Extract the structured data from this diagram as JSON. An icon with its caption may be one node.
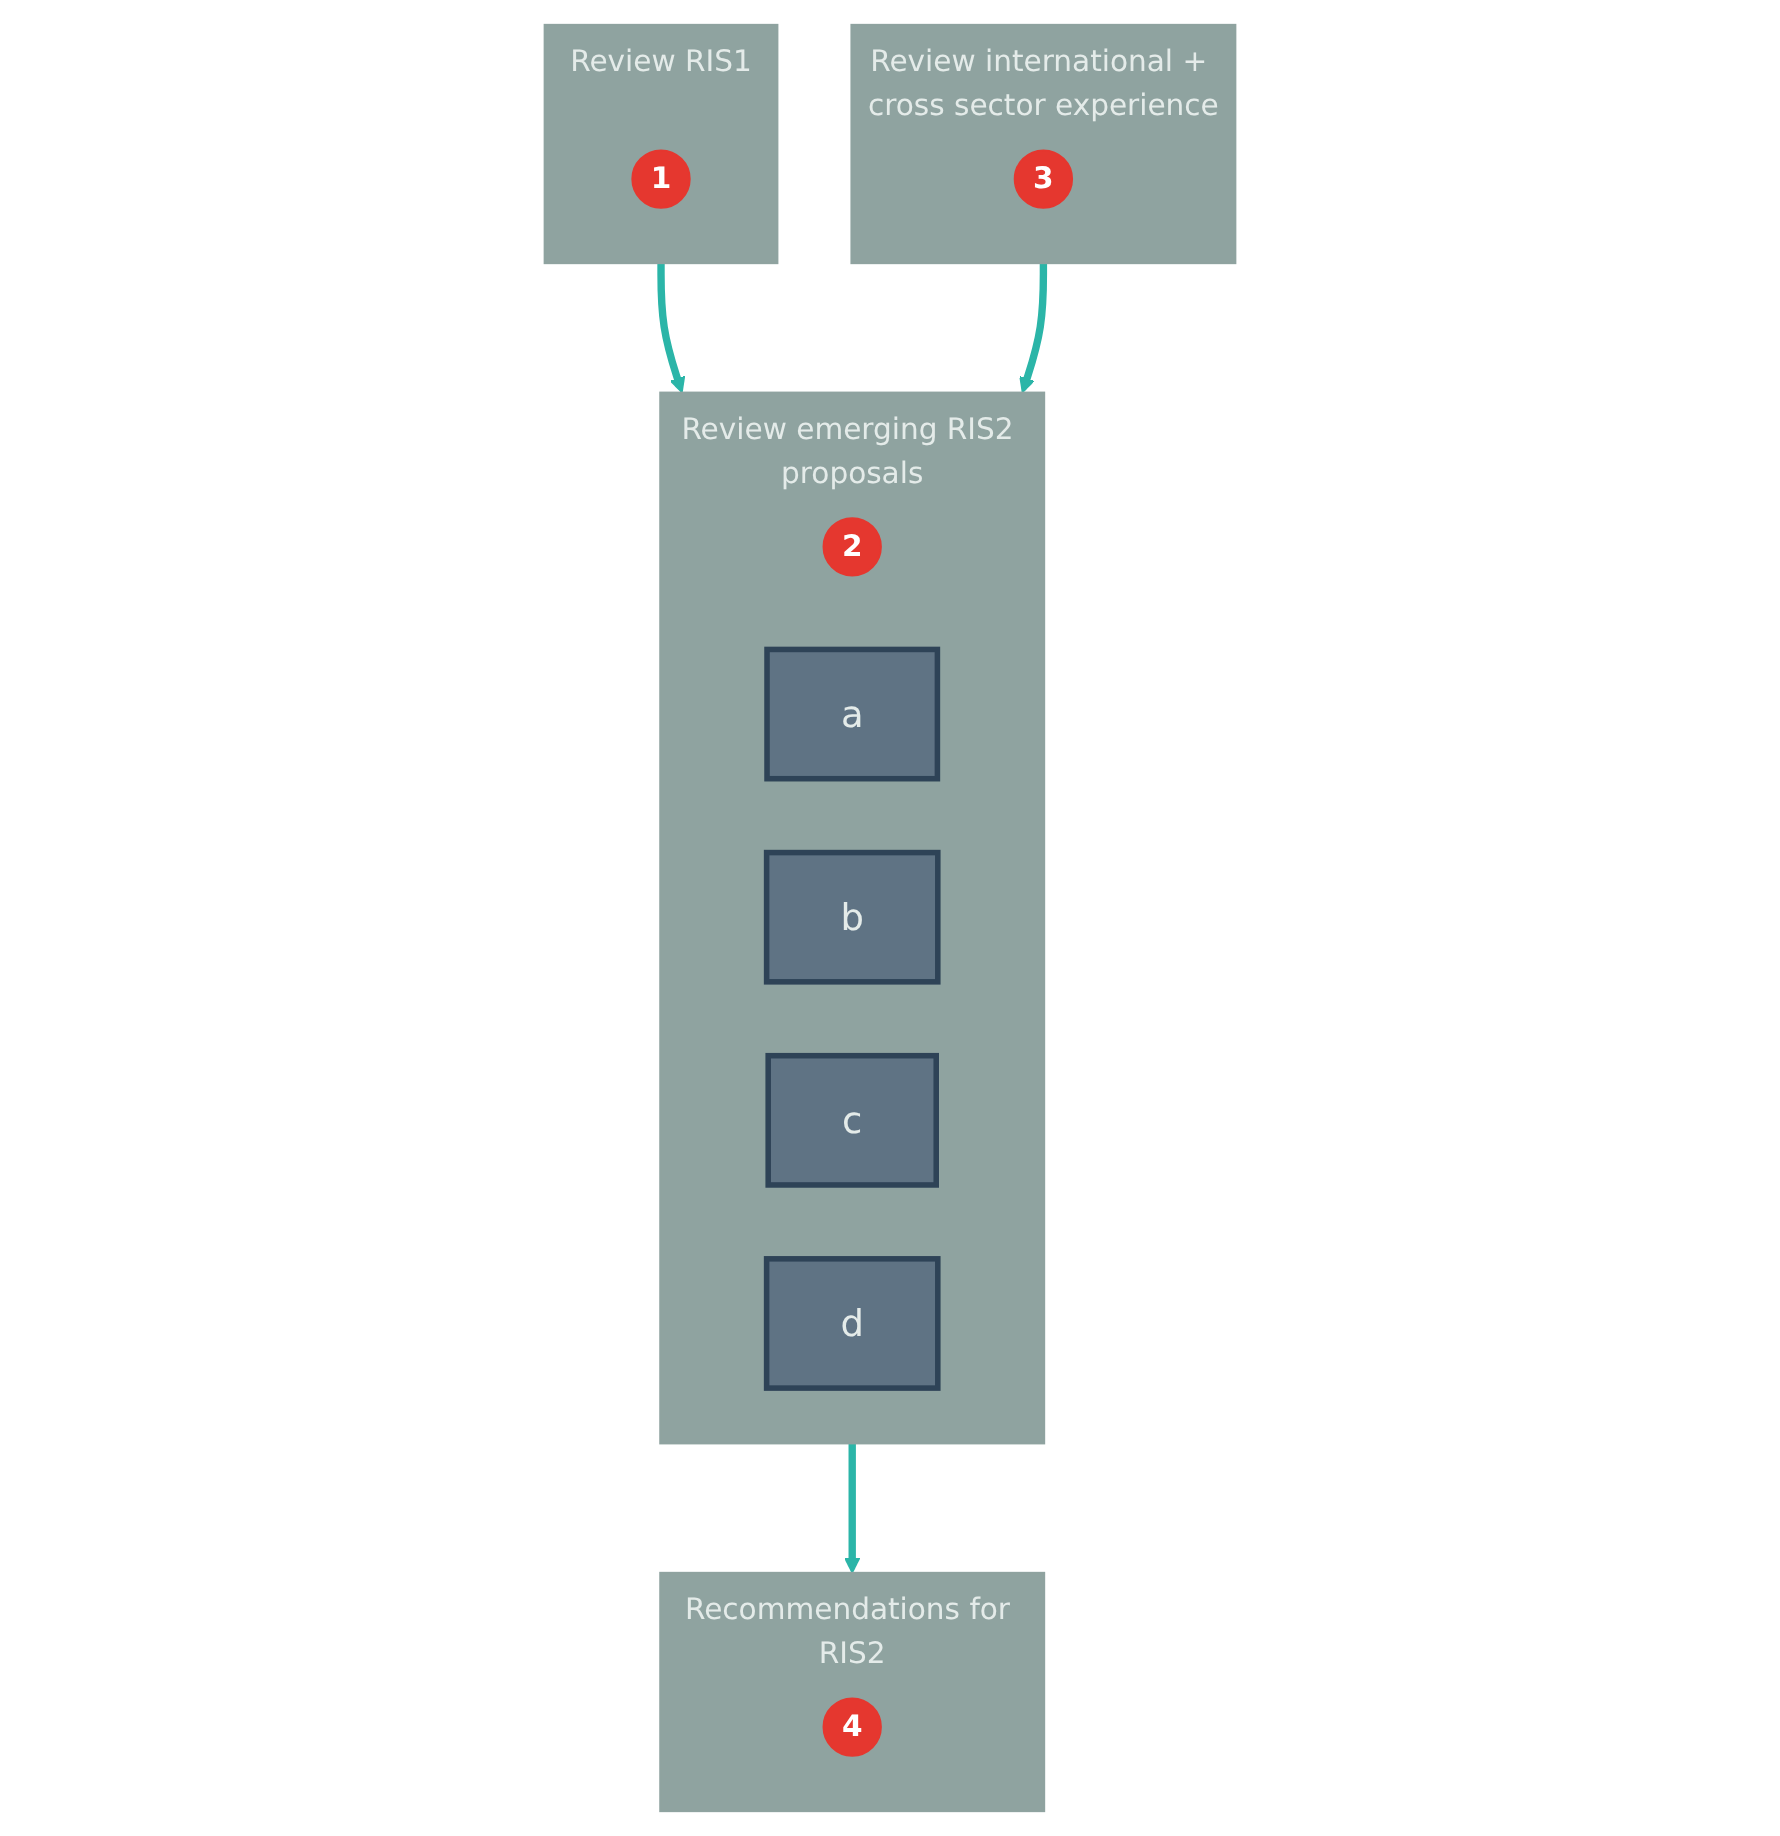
{
  "diagram": {
    "nodes": [
      {
        "text": [
          "Review RIS1"
        ]
      },
      {
        "text": [
          "1"
        ],
        "in": 0
      },
      {
        "text": [
          "Review international + cross sector experience"
        ]
      },
      {
        "text": [
          "3"
        ],
        "in": 2
      },
      {
        "text": [
          "Review emerging RIS2 proposals"
        ]
      },
      {
        "text": [
          "2"
        ],
        "in": 4
      },
      {
        "text": [
          "a"
        ],
        "in": 4
      },
      {
        "text": [
          "b"
        ],
        "in": 4
      },
      {
        "text": [
          "c"
        ],
        "in": 4
      },
      {
        "text": [
          "d"
        ],
        "in": 4
      },
      {
        "text": [
          "Recommendations for RIS2"
        ]
      },
      {
        "text": [
          "4"
        ],
        "in": 10
      }
    ],
    "edges": [
      {
        "from": 0,
        "to": 4,
        "arrow": "to"
      },
      {
        "from": 2,
        "to": 4,
        "arrow": "to"
      },
      {
        "from": 4,
        "to": 10,
        "arrow": "to"
      }
    ]
  }
}
